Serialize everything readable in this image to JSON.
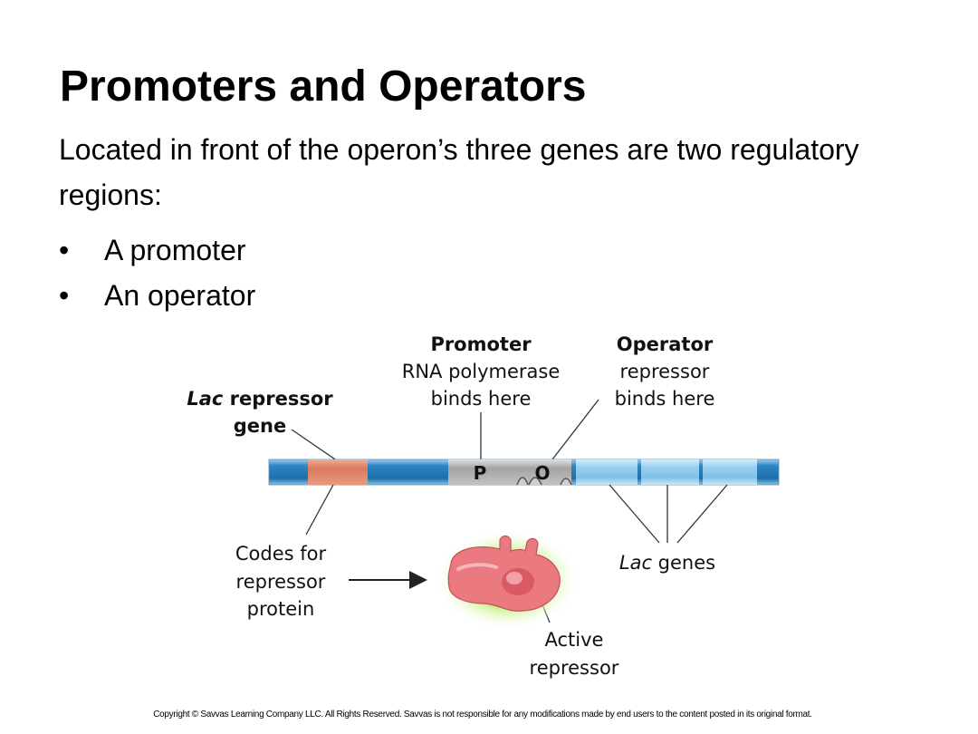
{
  "slide": {
    "title": "Promoters and Operators",
    "intro": "Located in front of the operon’s three genes are two regulatory regions:",
    "bullets": [
      "A promoter",
      "An operator"
    ],
    "bullet_symbol": "•"
  },
  "diagram": {
    "promoter_heading": "Promoter",
    "promoter_line1": "RNA polymerase",
    "promoter_line2": "binds here",
    "operator_heading": "Operator",
    "operator_line1": "repressor",
    "operator_line2": "binds here",
    "lac_repressor_gene_italic": "Lac",
    "lac_repressor_gene_rest": " repressor",
    "lac_repressor_gene_line2": "gene",
    "codes_for_line1": "Codes for",
    "codes_for_line2": "repressor",
    "codes_for_line3": "protein",
    "lac_genes_italic": "Lac",
    "lac_genes_rest": " genes",
    "active_repressor_line1": "Active",
    "active_repressor_line2": "repressor",
    "promoter_letter": "P",
    "operator_letter": "O",
    "colors": {
      "dna_blue": "#2a86c4",
      "lac_gene_blue": "#8ecbea",
      "repressor_gene": "#d97a5c",
      "promoter_gray": "#9a9a9a",
      "repressor_protein": "#e8737a",
      "glow": "#a8e860"
    },
    "icons": [
      "repressor-protein-icon",
      "arrow-right-icon"
    ]
  },
  "footer": {
    "copyright": "Copyright © Savvas Learning Company LLC. All Rights Reserved. Savvas is not responsible for any modifications made by end users to the content posted in its original format."
  }
}
